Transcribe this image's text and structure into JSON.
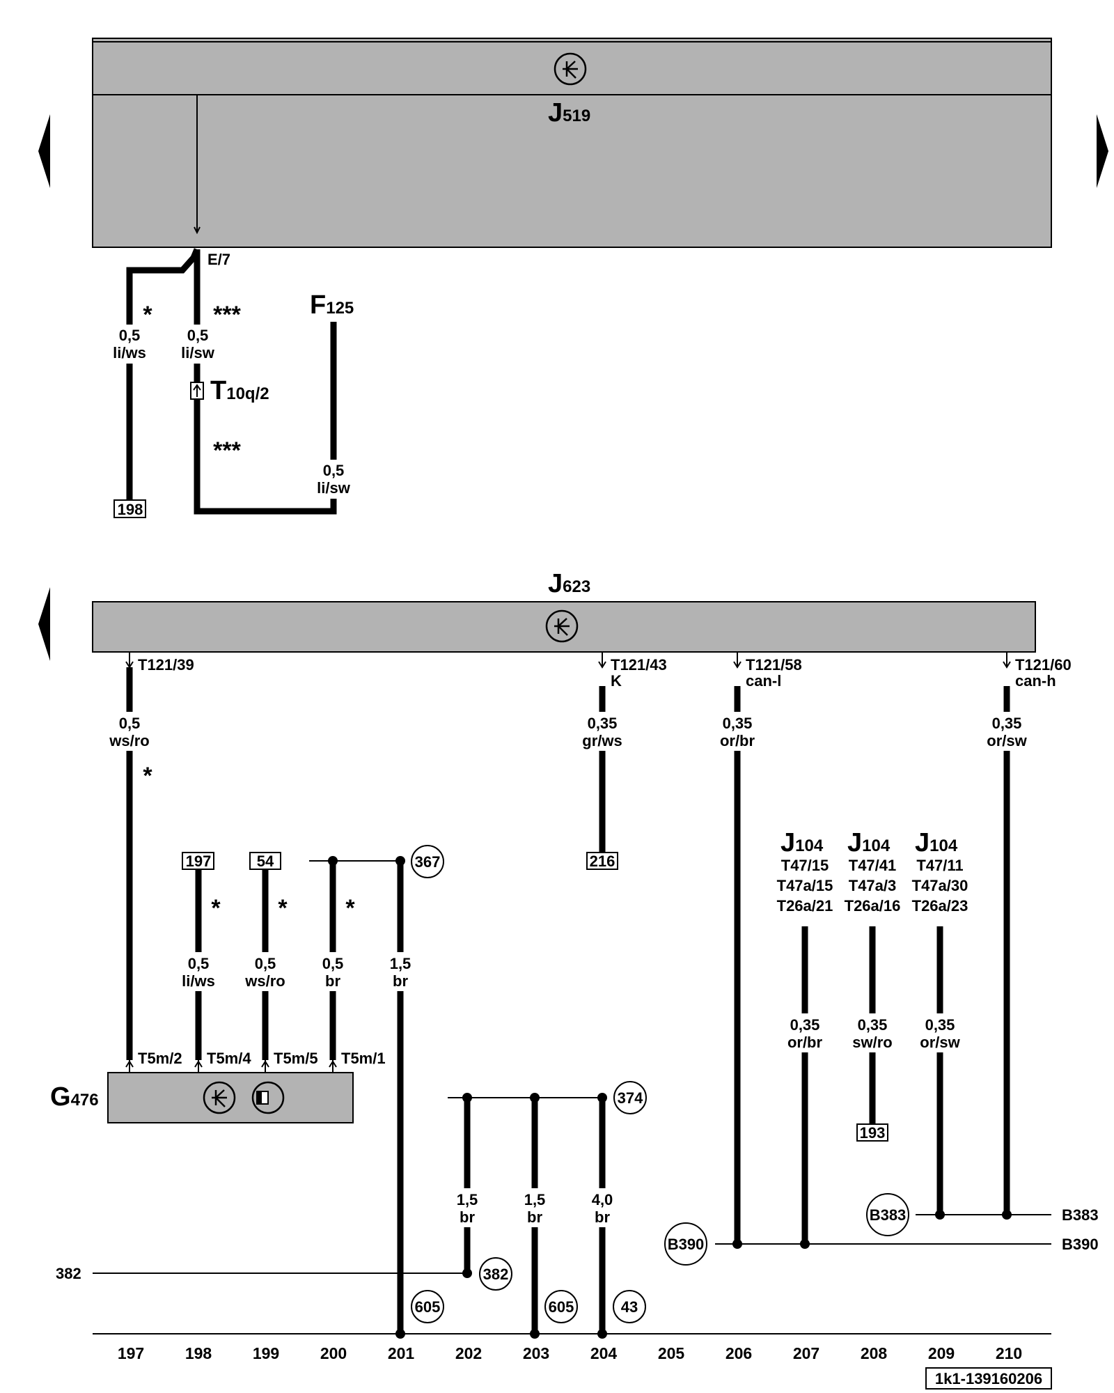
{
  "components": {
    "j519": {
      "letter": "J",
      "sub": "519"
    },
    "j623": {
      "letter": "J",
      "sub": "623"
    },
    "f125": {
      "letter": "F",
      "sub": "125"
    },
    "g476": {
      "letter": "G",
      "sub": "476"
    },
    "t10q": {
      "letter": "T",
      "sub": "10q/2"
    },
    "j104": {
      "letter": "J",
      "sub": "104"
    }
  },
  "pins": {
    "e7": "E/7",
    "t121_39": "T121/39",
    "t121_43": "T121/43",
    "t121_43_sig": "K",
    "t121_58": "T121/58",
    "t121_58_sig": "can-l",
    "t121_60": "T121/60",
    "t121_60_sig": "can-h",
    "t5m2": "T5m/2",
    "t5m4": "T5m/4",
    "t5m5": "T5m/5",
    "t5m1": "T5m/1"
  },
  "j104_pins": {
    "c207": [
      "T47/15",
      "T47a/15",
      "T26a/21"
    ],
    "c208": [
      "T47/41",
      "T47a/3",
      "T26a/16"
    ],
    "c209": [
      "T47/11",
      "T47a/30",
      "T26a/23"
    ]
  },
  "wires": {
    "w1": {
      "size": "0,5",
      "color": "li/ws"
    },
    "w2": {
      "size": "0,5",
      "color": "li/sw"
    },
    "w3": {
      "size": "0,5",
      "color": "li/sw"
    },
    "w4": {
      "size": "0,5",
      "color": "ws/ro"
    },
    "w5": {
      "size": "0,35",
      "color": "gr/ws"
    },
    "w6": {
      "size": "0,35",
      "color": "or/br"
    },
    "w7": {
      "size": "0,35",
      "color": "or/sw"
    },
    "w8": {
      "size": "0,5",
      "color": "li/ws"
    },
    "w9": {
      "size": "0,5",
      "color": "ws/ro"
    },
    "w10": {
      "size": "0,5",
      "color": "br"
    },
    "w11": {
      "size": "1,5",
      "color": "br"
    },
    "w12": {
      "size": "0,35",
      "color": "or/br"
    },
    "w13": {
      "size": "0,35",
      "color": "sw/ro"
    },
    "w14": {
      "size": "0,35",
      "color": "or/sw"
    },
    "w15": {
      "size": "1,5",
      "color": "br"
    },
    "w16": {
      "size": "1,5",
      "color": "br"
    },
    "w17": {
      "size": "4,0",
      "color": "br"
    }
  },
  "asterisks": {
    "single": "*",
    "triple": "***"
  },
  "ref_boxes": {
    "r198": "198",
    "r197": "197",
    "r54": "54",
    "r216": "216",
    "r193": "193"
  },
  "ref_circles": {
    "c367": "367",
    "c374": "374",
    "c382": "382",
    "c605a": "605",
    "c605b": "605",
    "c43": "43",
    "b383": "B383",
    "b390": "B390"
  },
  "bus_labels": {
    "b383": "B383",
    "b390": "B390",
    "l382": "382"
  },
  "column_numbers": [
    "197",
    "198",
    "199",
    "200",
    "201",
    "202",
    "203",
    "204",
    "205",
    "206",
    "207",
    "208",
    "209",
    "210"
  ],
  "footer_id": "1k1-139160206"
}
